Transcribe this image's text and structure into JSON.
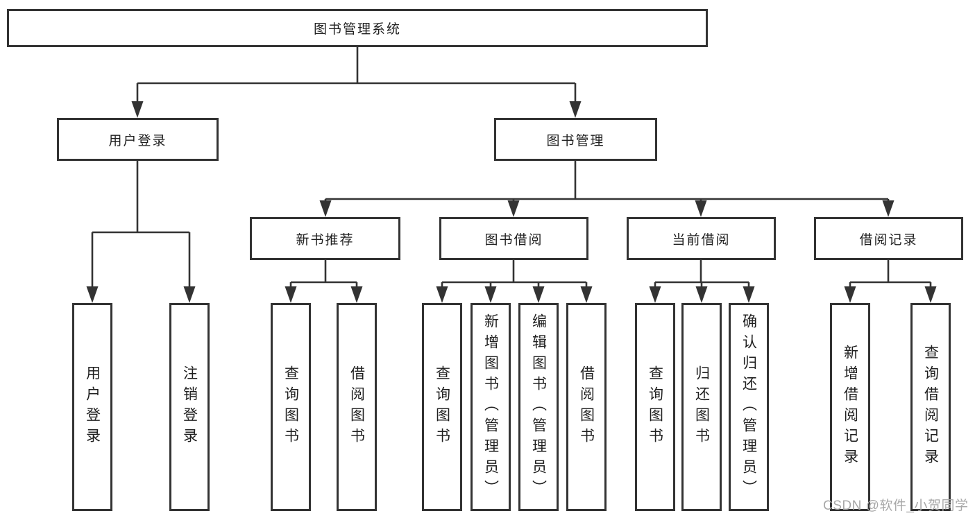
{
  "colors": {
    "line": "#333333",
    "text": "#1f1f1f",
    "watermark": "#a8a8a8",
    "background": "#ffffff"
  },
  "watermark": {
    "text": "CSDN @软件_小贺同学"
  },
  "tree": {
    "root": {
      "label": "图书管理系统",
      "children": [
        {
          "label": "用户登录",
          "children": [
            {
              "label": "用户登录"
            },
            {
              "label": "注销登录"
            }
          ]
        },
        {
          "label": "图书管理",
          "children": [
            {
              "label": "新书推荐",
              "children": [
                {
                  "label": "查询图书"
                },
                {
                  "label": "借阅图书"
                }
              ]
            },
            {
              "label": "图书借阅",
              "children": [
                {
                  "label": "查询图书"
                },
                {
                  "label": "新增图书（管理员）"
                },
                {
                  "label": "编辑图书（管理员）"
                },
                {
                  "label": "借阅图书"
                }
              ]
            },
            {
              "label": "当前借阅",
              "children": [
                {
                  "label": "查询图书"
                },
                {
                  "label": "归还图书"
                },
                {
                  "label": "确认归还（管理员）"
                }
              ]
            },
            {
              "label": "借阅记录",
              "children": [
                {
                  "label": "新增借阅记录"
                },
                {
                  "label": "查询借阅记录"
                }
              ]
            }
          ]
        }
      ]
    }
  }
}
